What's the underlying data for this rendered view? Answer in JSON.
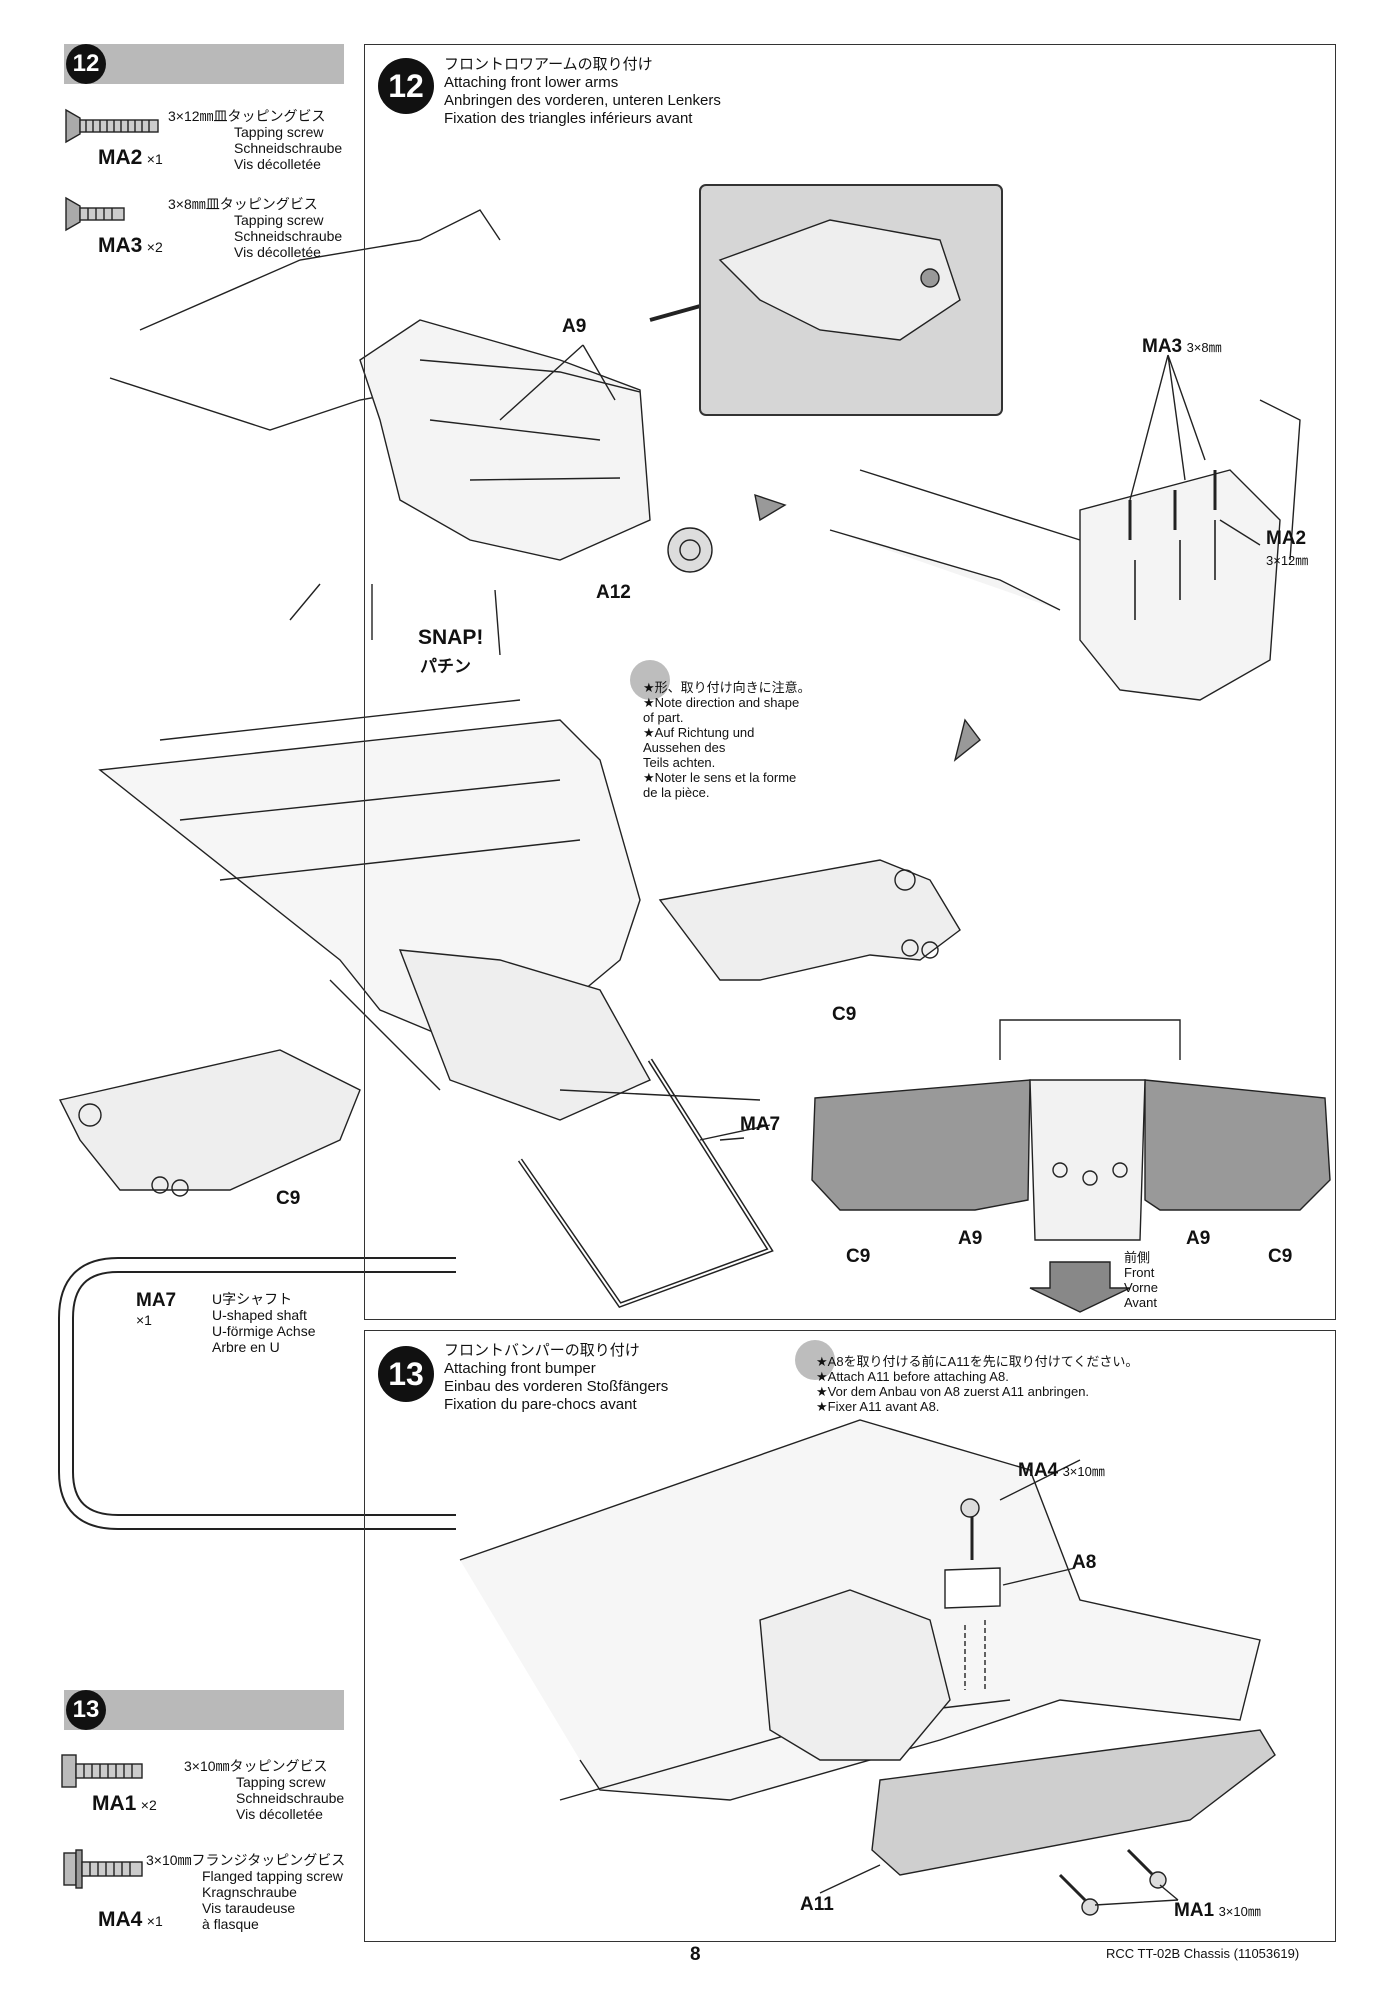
{
  "page": {
    "number": "8",
    "footer": "RCC TT-02B Chassis (11053619)"
  },
  "sidebar": {
    "step12": {
      "badge": "12",
      "parts": [
        {
          "code": "MA2",
          "qty": "×1",
          "name_jp": "3×12㎜皿タッピングビス",
          "name_en": "Tapping screw",
          "name_de": "Schneidschraube",
          "name_fr": "Vis décolletée"
        },
        {
          "code": "MA3",
          "qty": "×2",
          "name_jp": "3×8㎜皿タッピングビス",
          "name_en": "Tapping screw",
          "name_de": "Schneidschraube",
          "name_fr": "Vis décolletée"
        }
      ]
    },
    "shaft": {
      "code": "MA7",
      "qty": "×1",
      "name_jp": "U字シャフト",
      "name_en": "U-shaped shaft",
      "name_de": "U-förmige Achse",
      "name_fr": "Arbre en U"
    },
    "step13": {
      "badge": "13",
      "parts": [
        {
          "code": "MA1",
          "qty": "×2",
          "name_jp": "3×10㎜タッピングビス",
          "name_en": "Tapping screw",
          "name_de": "Schneidschraube",
          "name_fr": "Vis décolletée"
        },
        {
          "code": "MA4",
          "qty": "×1",
          "name_jp": "3×10㎜フランジタッピングビス",
          "name_en": "Flanged tapping screw",
          "name_de": "Kragnschraube",
          "name_fr": "Vis taraudeuse",
          "name_fr2": "à flasque"
        }
      ]
    }
  },
  "step12": {
    "badge": "12",
    "title_jp": "フロントロワアームの取り付け",
    "title_en": "Attaching front lower arms",
    "title_de": "Anbringen des vorderen, unteren Lenkers",
    "title_fr": "Fixation des triangles inférieurs avant",
    "labels": {
      "a9": "A9",
      "a12": "A12",
      "snap": "SNAP!",
      "snap_jp": "パチン",
      "ma3": "MA3",
      "ma3_size": "3×8㎜",
      "ma2": "MA2",
      "ma2_size": "3×12㎜",
      "c9_a": "C9",
      "c9_b": "C9",
      "ma7": "MA7",
      "bottom_c9_l": "C9",
      "bottom_c9_r": "C9",
      "bottom_a9_l": "A9",
      "bottom_a9_r": "A9",
      "front_jp": "前側",
      "front_en": "Front",
      "front_de": "Vorne",
      "front_fr": "Avant"
    },
    "note": [
      "★形、取り付け向きに注意。",
      "★Note direction and shape",
      "of part.",
      "★Auf Richtung und",
      "Aussehen des",
      "Teils achten.",
      "★Noter le sens et la forme",
      "de la pièce."
    ]
  },
  "step13": {
    "badge": "13",
    "title_jp": "フロントバンパーの取り付け",
    "title_en": "Attaching front bumper",
    "title_de": "Einbau des vorderen Stoßfängers",
    "title_fr": "Fixation du pare-chocs avant",
    "note": [
      "★A8を取り付ける前にA11を先に取り付けてください。",
      "★Attach A11 before attaching A8.",
      "★Vor dem Anbau von A8 zuerst A11 anbringen.",
      "★Fixer A11 avant A8."
    ],
    "labels": {
      "ma4": "MA4",
      "ma4_size": "3×10㎜",
      "a8": "A8",
      "a11": "A11",
      "ma1": "MA1",
      "ma1_size": "3×10㎜"
    }
  }
}
